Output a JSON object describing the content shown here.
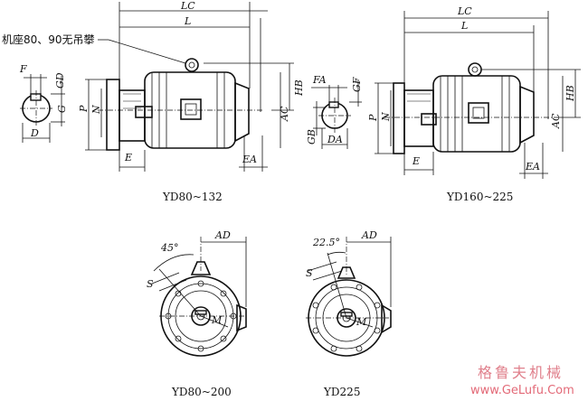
{
  "captions": {
    "side_a": "YD80~132",
    "side_b": "YD160~225",
    "front_a": "YD80~200",
    "front_b": "YD225"
  },
  "note": "机座80、90无吊攀",
  "labels": {
    "LC": "LC",
    "L": "L",
    "F": "F",
    "GD": "GD",
    "G": "G",
    "D": "D",
    "P": "P",
    "N": "N",
    "HB": "HB",
    "AC": "AC",
    "E": "E",
    "EA": "EA",
    "FA": "FA",
    "GF": "GF",
    "GB": "GB",
    "DA": "DA",
    "AD": "AD",
    "S": "S",
    "M": "M",
    "angle_a": "45°",
    "angle_b": "22.5°"
  },
  "watermark": {
    "cn": "格鲁夫机械",
    "url": "www.GeLufu.Com"
  }
}
